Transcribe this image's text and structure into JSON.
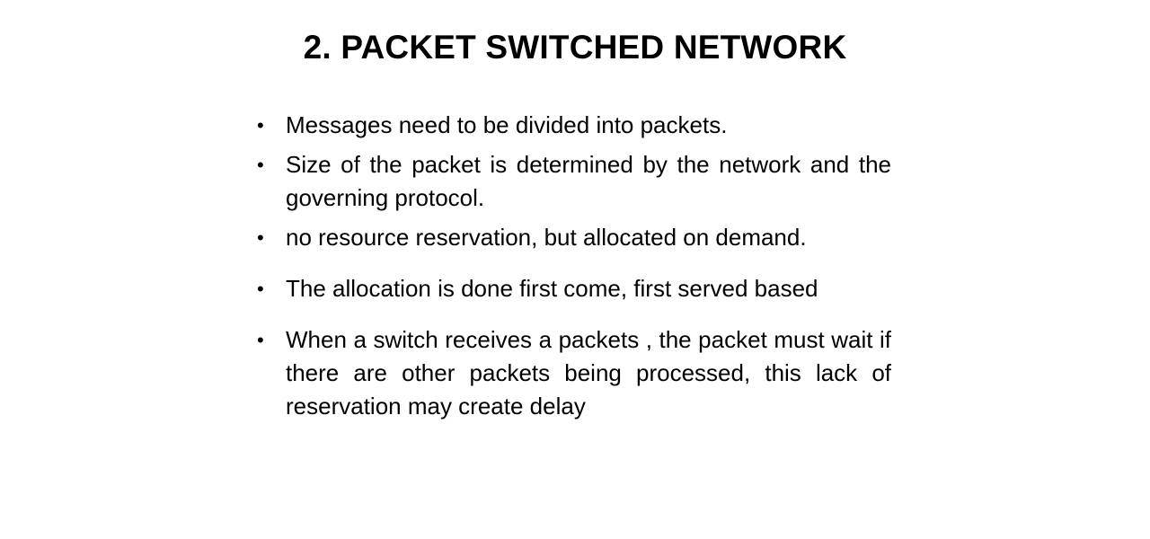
{
  "slide": {
    "title": "2. PACKET SWITCHED NETWORK",
    "bullet_glyph": "•",
    "bullets": [
      "Messages need to be divided into packets.",
      "Size of the packet is determined by the network and the governing protocol.",
      "no resource reservation, but allocated on demand.",
      "The allocation is done first come, first served based",
      "When a switch receives a packets , the packet must wait if there are other packets being processed, this lack of reservation may create delay"
    ]
  }
}
